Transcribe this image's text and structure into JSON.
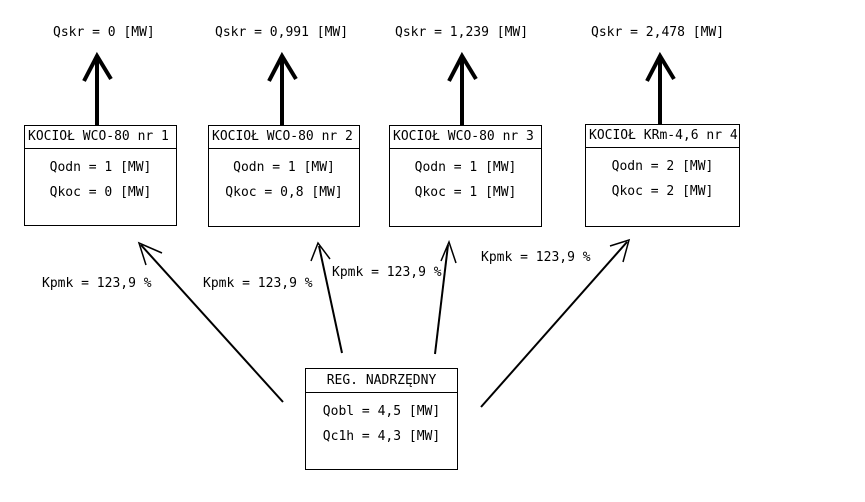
{
  "colors": {
    "background": "#ffffff",
    "line": "#000000",
    "text": "#000000"
  },
  "boilers": [
    {
      "title": "KOCIOŁ WCO-80 nr 1",
      "qskr": "Qskr = 0 [MW]",
      "kpmk": "Kpmk = 123,9 %",
      "rows": [
        "Qodn = 1 [MW]",
        "Qkoc = 0 [MW]"
      ]
    },
    {
      "title": "KOCIOŁ WCO-80 nr 2",
      "qskr": "Qskr = 0,991 [MW]",
      "kpmk": "Kpmk = 123,9 %",
      "rows": [
        "Qodn = 1 [MW]",
        "Qkoc = 0,8 [MW]"
      ]
    },
    {
      "title": "KOCIOŁ WCO-80 nr 3",
      "qskr": "Qskr = 1,239 [MW]",
      "kpmk": "Kpmk = 123,9 %",
      "rows": [
        "Qodn = 1 [MW]",
        "Qkoc = 1 [MW]"
      ]
    },
    {
      "title": "KOCIOŁ KRm-4,6 nr 4",
      "qskr": "Qskr = 2,478 [MW]",
      "kpmk": "Kpmk = 123,9 %",
      "rows": [
        "Qodn = 2 [MW]",
        "Qkoc = 2 [MW]"
      ]
    }
  ],
  "regulator": {
    "title": "REG. NADRZĘDNY",
    "rows": [
      "Qobl = 4,5 [MW]",
      "Qc1h = 4,3 [MW]"
    ]
  }
}
